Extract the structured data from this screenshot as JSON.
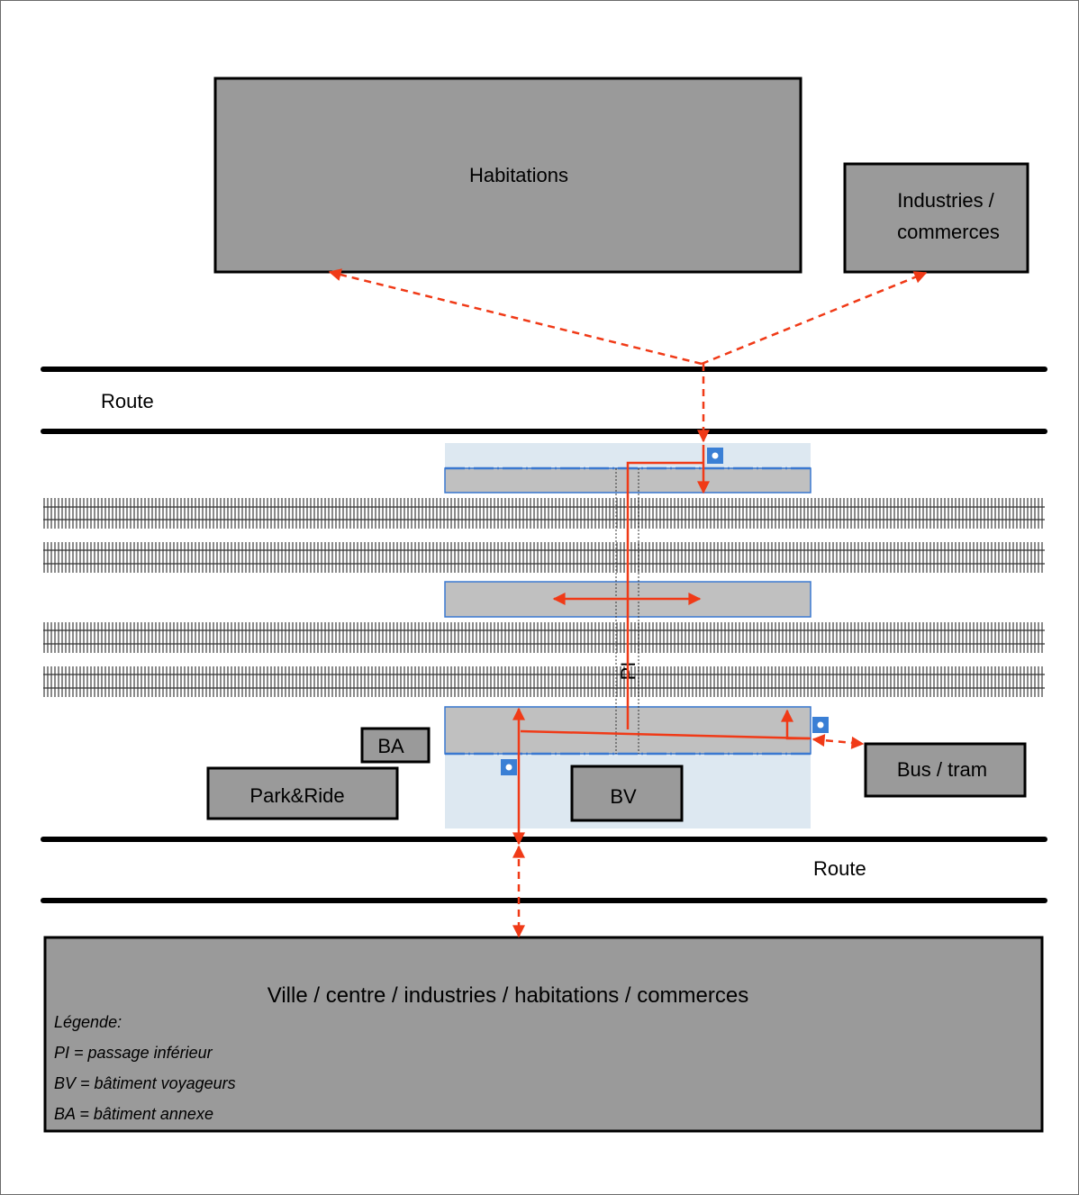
{
  "colors": {
    "block": "#9a9a9a",
    "platform": "#c0c0c0",
    "platform_edge": "#3a78d0",
    "station_area": "#dde8f1",
    "arrow": "#f03a17",
    "road": "#000000",
    "info_icon": "#3a7fd5"
  },
  "blocks": {
    "habitations": "Habitations",
    "industries_line1": "Industries /",
    "industries_line2": "commerces",
    "ville": "Ville / centre / industries / habitations / commerces",
    "bus_tram": "Bus / tram",
    "bv": "BV",
    "ba": "BA",
    "park_ride": "Park&Ride"
  },
  "roads": {
    "top_label": "Route",
    "bottom_label": "Route"
  },
  "underpass_label": "PI",
  "legend": {
    "title": "Légende:",
    "items": [
      "PI = passage inférieur",
      "BV = bâtiment voyageurs",
      "BA = bâtiment annexe"
    ]
  }
}
